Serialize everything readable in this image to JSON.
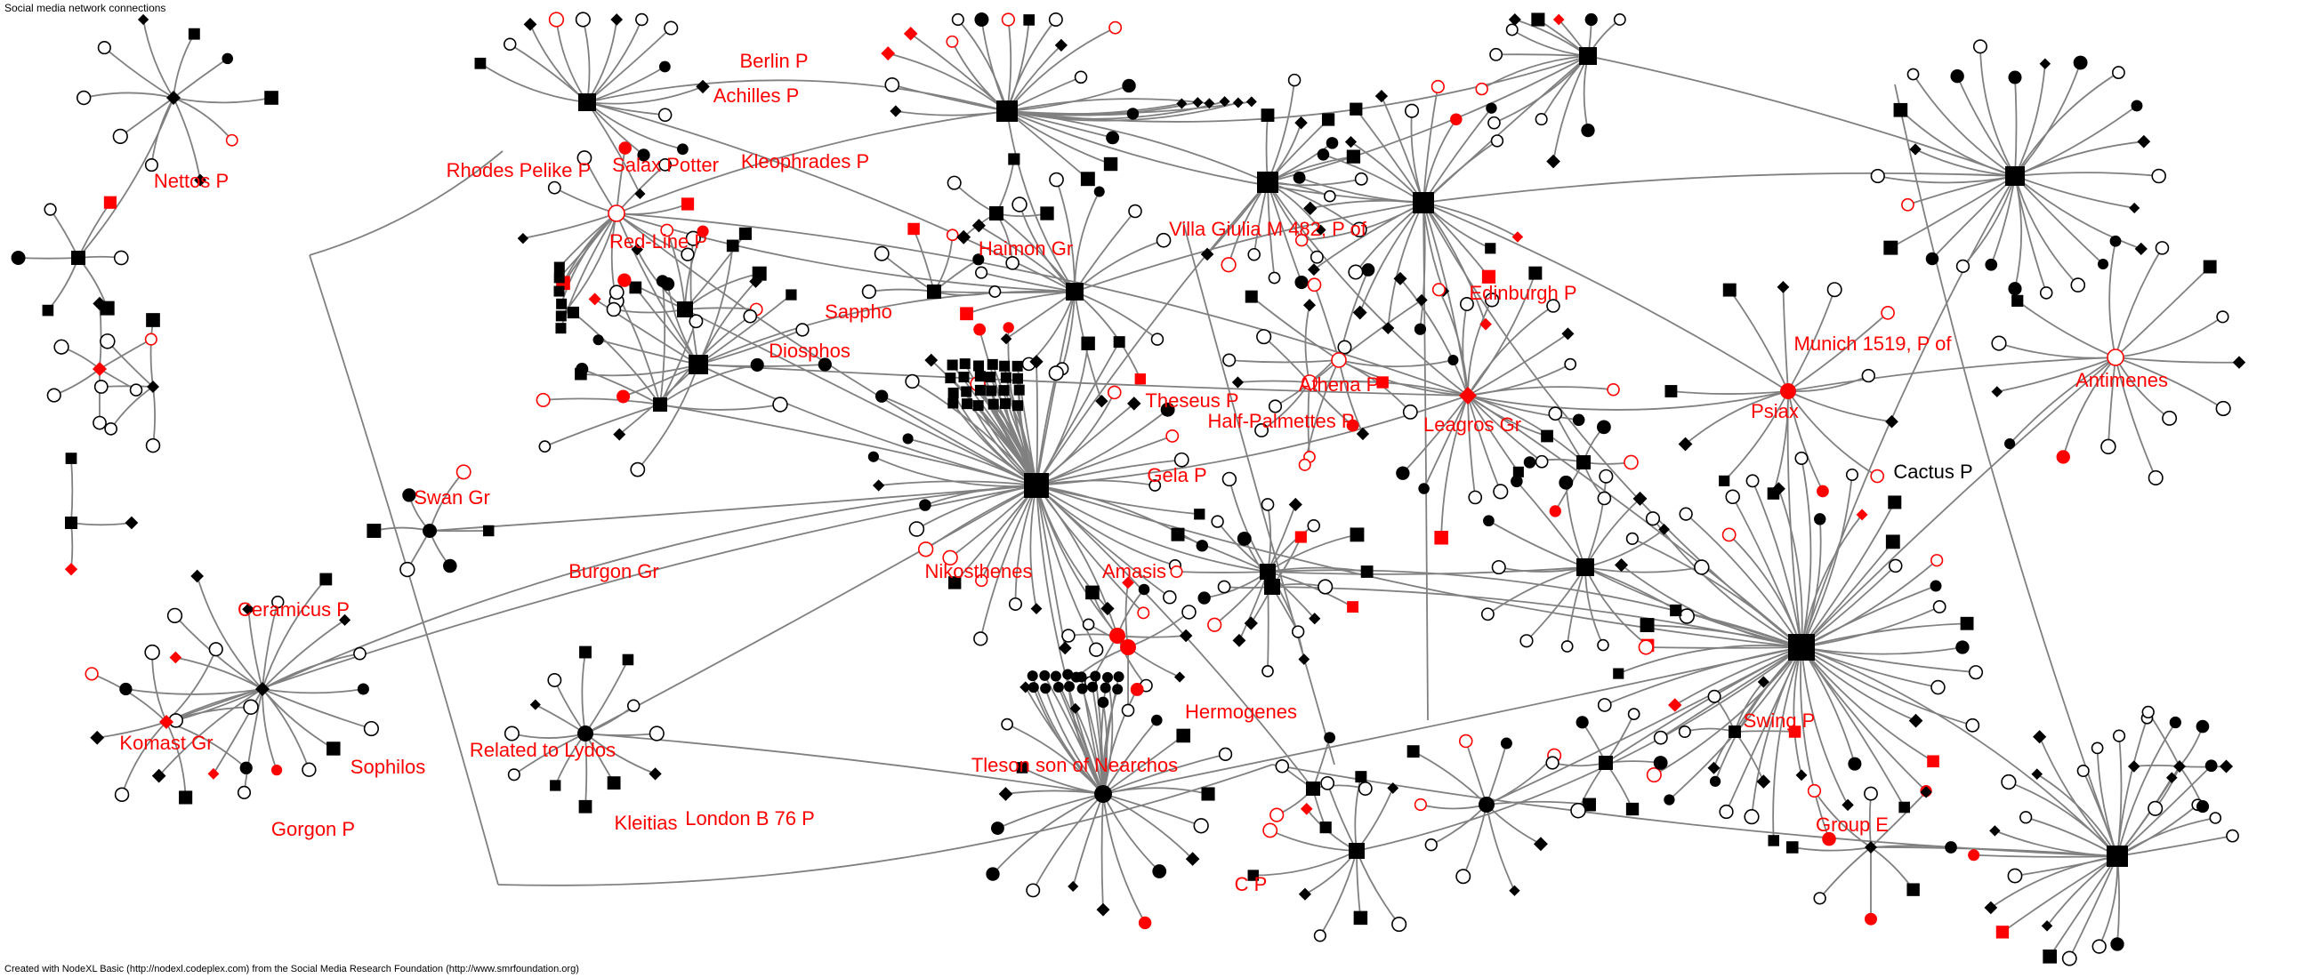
{
  "header": {
    "title": "Social media network connections"
  },
  "footer": {
    "credit": "Created with NodeXL Basic (http://nodexl.codeplex.com) from the Social Media Research Foundation (http://www.smrfoundation.org)"
  },
  "colors": {
    "edge": "#808080",
    "highlight": "#ff0000",
    "node": "#000000",
    "label_default": "#000000"
  },
  "labels": [
    {
      "id": "nettos",
      "text": "Nettos P",
      "color": "#ff0000"
    },
    {
      "id": "berlin",
      "text": "Berlin P",
      "color": "#ff0000"
    },
    {
      "id": "achilles",
      "text": "Achilles P",
      "color": "#ff0000"
    },
    {
      "id": "rhodes",
      "text": "Rhodes Pelike P",
      "color": "#ff0000"
    },
    {
      "id": "salax",
      "text": "Salax Potter",
      "color": "#ff0000"
    },
    {
      "id": "kleophrades",
      "text": "Kleophrades P",
      "color": "#ff0000"
    },
    {
      "id": "redline",
      "text": "Red-Line P",
      "color": "#ff0000"
    },
    {
      "id": "haimon",
      "text": "Haimon Gr",
      "color": "#ff0000"
    },
    {
      "id": "villagiulia",
      "text": "Villa Giulia M 482, P of",
      "color": "#ff0000"
    },
    {
      "id": "sappho",
      "text": "Sappho",
      "color": "#ff0000"
    },
    {
      "id": "diosphos",
      "text": "Diosphos",
      "color": "#ff0000"
    },
    {
      "id": "edinburgh",
      "text": "Edinburgh P",
      "color": "#ff0000"
    },
    {
      "id": "munich",
      "text": "Munich 1519, P of",
      "color": "#ff0000"
    },
    {
      "id": "theseus",
      "text": "Theseus P",
      "color": "#ff0000"
    },
    {
      "id": "athena",
      "text": "Athena P",
      "color": "#ff0000"
    },
    {
      "id": "halfpalmettes",
      "text": "Half-Palmettes P",
      "color": "#ff0000"
    },
    {
      "id": "leagros",
      "text": "Leagros Gr",
      "color": "#ff0000"
    },
    {
      "id": "psiax",
      "text": "Psiax",
      "color": "#ff0000"
    },
    {
      "id": "antimenes",
      "text": "Antimenes",
      "color": "#ff0000"
    },
    {
      "id": "cactus",
      "text": "Cactus P",
      "color": "#000000"
    },
    {
      "id": "swan",
      "text": "Swan Gr",
      "color": "#ff0000"
    },
    {
      "id": "gela",
      "text": "Gela P",
      "color": "#ff0000"
    },
    {
      "id": "nikosthenes",
      "text": "Nikosthenes",
      "color": "#ff0000"
    },
    {
      "id": "amasis",
      "text": "Amasis",
      "color": "#ff0000"
    },
    {
      "id": "burgon",
      "text": "Burgon Gr",
      "color": "#ff0000"
    },
    {
      "id": "ceramicus",
      "text": "Ceramicus P",
      "color": "#ff0000"
    },
    {
      "id": "komast",
      "text": "Komast Gr",
      "color": "#ff0000"
    },
    {
      "id": "sophilos",
      "text": "Sophilos",
      "color": "#ff0000"
    },
    {
      "id": "lydos",
      "text": "Related to Lydos",
      "color": "#ff0000"
    },
    {
      "id": "gorgon",
      "text": "Gorgon P",
      "color": "#ff0000"
    },
    {
      "id": "hermogenes",
      "text": "Hermogenes",
      "color": "#ff0000"
    },
    {
      "id": "tleson",
      "text": "Tleson son of Nearchos",
      "color": "#ff0000"
    },
    {
      "id": "swing",
      "text": "Swing P",
      "color": "#ff0000"
    },
    {
      "id": "kleitias",
      "text": "Kleitias",
      "color": "#ff0000"
    },
    {
      "id": "londonb76",
      "text": "London B 76 P",
      "color": "#ff0000"
    },
    {
      "id": "groupe",
      "text": "Group E",
      "color": "#ff0000"
    },
    {
      "id": "cp",
      "text": "C P",
      "color": "#ff0000"
    }
  ]
}
